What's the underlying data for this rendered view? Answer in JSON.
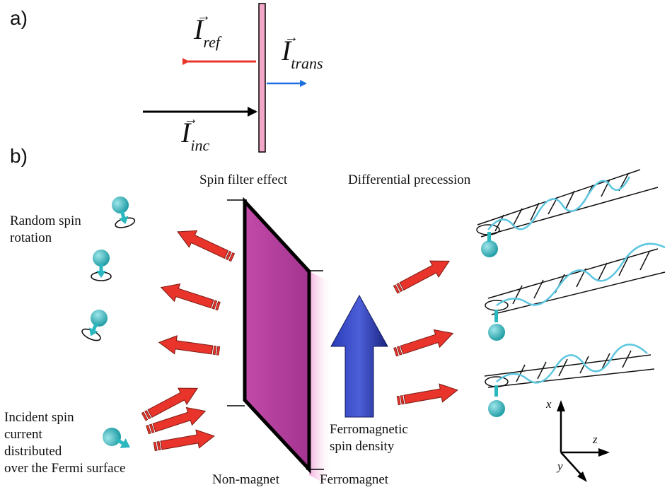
{
  "panels": {
    "a": "a)",
    "b": "b)"
  },
  "vectors": {
    "ref": {
      "base": "I",
      "sub": "ref"
    },
    "trans": {
      "base": "I",
      "sub": "trans"
    },
    "inc": {
      "base": "I",
      "sub": "inc"
    }
  },
  "labels": {
    "spin_filter": "Spin filter effect",
    "differential": "Differential precession",
    "random_rotation_1": "Random spin",
    "random_rotation_2": "rotation",
    "incident_1": "Incident spin",
    "incident_2": "current",
    "incident_3": "distributed",
    "incident_4": "over the Fermi surface",
    "ferro_spin_1": "Ferromagnetic",
    "ferro_spin_2": "spin density",
    "non_magnet": "Non-magnet",
    "ferromagnet": "Ferromagnet"
  },
  "axes": {
    "x": "x",
    "y": "y",
    "z": "z"
  },
  "colors": {
    "membrane": "#f3a7c8",
    "slab": "#b0399a",
    "arrow_red": "#e8342a",
    "arrow_blue": "#1e6fe0",
    "spin_ball": "#2ab7be",
    "ferro_arrow": "#1c2a9c",
    "precession": "#5cc6e0"
  }
}
